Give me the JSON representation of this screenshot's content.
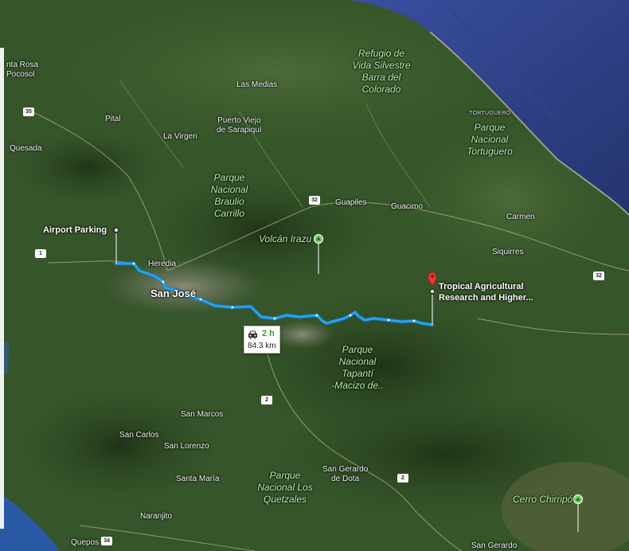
{
  "map": {
    "type": "satellite",
    "colors": {
      "route": "#26a3f2",
      "sea": "#2c3f8a",
      "park_label": "#b8f0b0",
      "duration": "#2e9e32",
      "pin": "#e53935"
    }
  },
  "labels": {
    "santa_rosa": "nta Rosa",
    "pocosol": "Pocosol",
    "pital": "Pital",
    "quesada": "Quesada",
    "la_virgen": "La Virgen",
    "las_medias": "Las Medias",
    "puerto_viejo": "Puerto Viejo\nde Sarapiquí",
    "refugio": "Refugio de\nVida Silvestre\nBarra del\nColorado",
    "tortuguero_town": "TORTUGUERO",
    "parque_tortuguero": "Parque\nNacional\nTortuguero",
    "braulio_carrillo": "Parque\nNacional\nBraulio\nCarrillo",
    "guapiles": "Guapiles",
    "guacimo": "Guacimo",
    "carmen": "Carmen",
    "siquirres": "Siquirres",
    "volcan_irazu": "Volcán Irazu",
    "heredia": "Heredia",
    "san_jose": "San José",
    "tapanti": "Parque\nNacional\nTapantí\n-Macizo de..",
    "san_marcos": "San Marcos",
    "san_carlos": "San Carlos",
    "san_lorenzo": "San Lorenzo",
    "santa_maria": "Santa María",
    "los_quetzales": "Parque\nNacional Los\nQuetzales",
    "san_gerardo_dota": "San Gerardo\nde Dota",
    "naranjito": "Naranjito",
    "quepos": "Quepos",
    "san_gerardo": "San Gerardo",
    "cerro_chirripo": "Cerro Chirripó"
  },
  "shields": {
    "r35": "35",
    "r1": "1",
    "r32": "32",
    "r2a": "2",
    "r2b": "2",
    "r34": "34",
    "r32b": "32"
  },
  "markers": {
    "origin": "Airport Parking",
    "destination": "Tropical Agricultural\nResearch and Higher..."
  },
  "route_info": {
    "duration": "2 h",
    "distance": "84.3 km",
    "mode_icon": "car-icon"
  }
}
